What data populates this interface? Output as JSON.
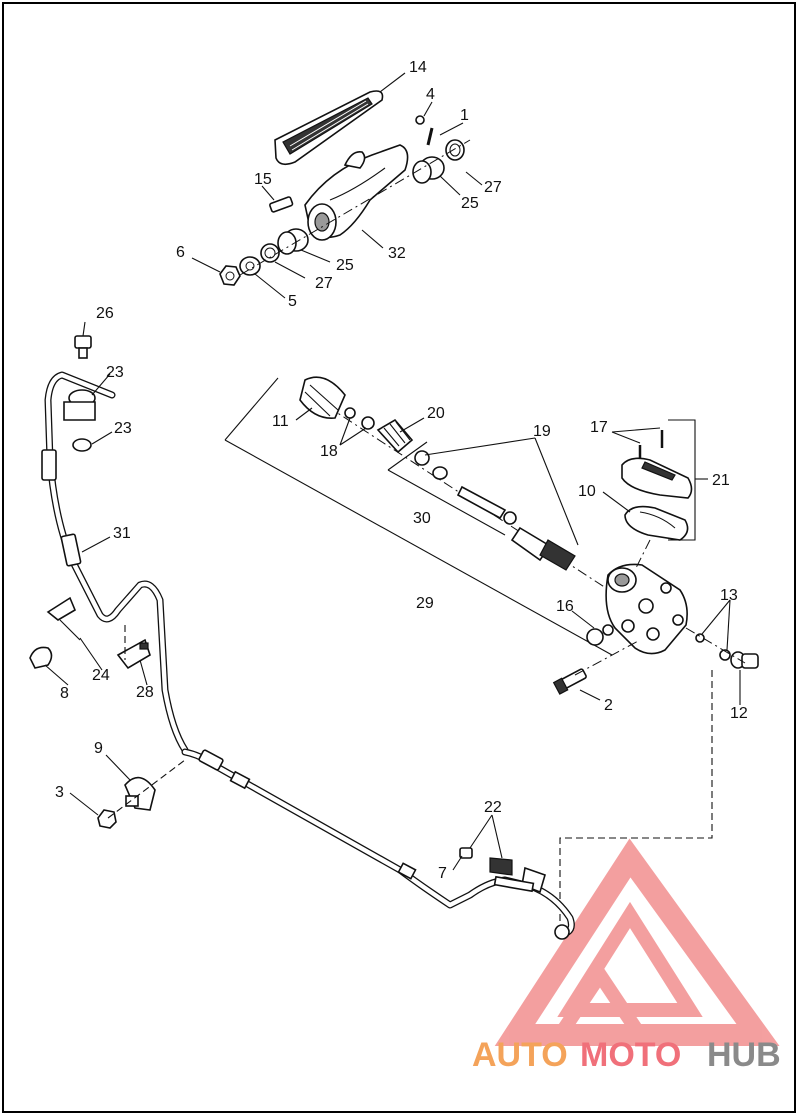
{
  "callouts": {
    "c1": "1",
    "c2": "2",
    "c3": "3",
    "c4": "4",
    "c5": "5",
    "c6": "6",
    "c7": "7",
    "c8": "8",
    "c9": "9",
    "c10": "10",
    "c11": "11",
    "c12": "12",
    "c13": "13",
    "c14": "14",
    "c15": "15",
    "c16": "16",
    "c17": "17",
    "c18": "18",
    "c19": "19",
    "c20": "20",
    "c21": "21",
    "c22": "22",
    "c23a": "23",
    "c23b": "23",
    "c24": "24",
    "c25a": "25",
    "c25b": "25",
    "c26": "26",
    "c27a": "27",
    "c27b": "27",
    "c28": "28",
    "c29": "29",
    "c30": "30",
    "c31": "31",
    "c32": "32"
  },
  "watermark": {
    "part1": "AUTO",
    "part2": "MOTO",
    "part3": "HUB",
    "colors": {
      "accent": "#f4a35a",
      "red": "#e8413a",
      "gray": "#8a8a8a"
    }
  }
}
